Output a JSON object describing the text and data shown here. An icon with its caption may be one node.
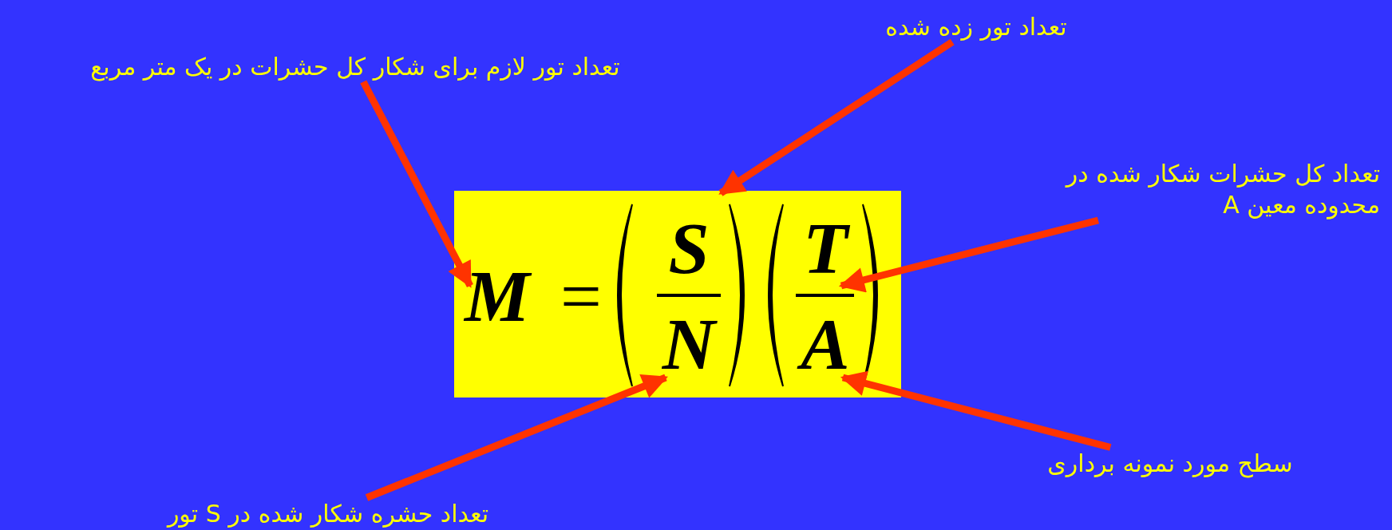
{
  "diagram": {
    "nodes": [
      {
        "text": [
          "M",
          "=",
          "S",
          "N",
          "T",
          "A"
        ]
      },
      {
        "text": [
          "تعداد تور لازم برای شکار کل حشرات در یک متر مربع"
        ]
      },
      {
        "text": [
          "تعداد تور زده شده"
        ]
      },
      {
        "text": [
          "تعداد کل حشرات شکار شده در محدوده معین A"
        ]
      },
      {
        "text": [
          "سطح مورد نمونه برداری"
        ]
      },
      {
        "text": [
          "تعداد حشره شکار شده در S تور"
        ]
      }
    ],
    "edges": [
      {
        "from": 1,
        "to": 0,
        "arrow": "to"
      },
      {
        "from": 2,
        "to": 0,
        "arrow": "to"
      },
      {
        "from": 3,
        "to": 0,
        "arrow": "to"
      },
      {
        "from": 4,
        "to": 0,
        "arrow": "to"
      },
      {
        "from": 5,
        "to": 0,
        "arrow": "to"
      }
    ]
  }
}
